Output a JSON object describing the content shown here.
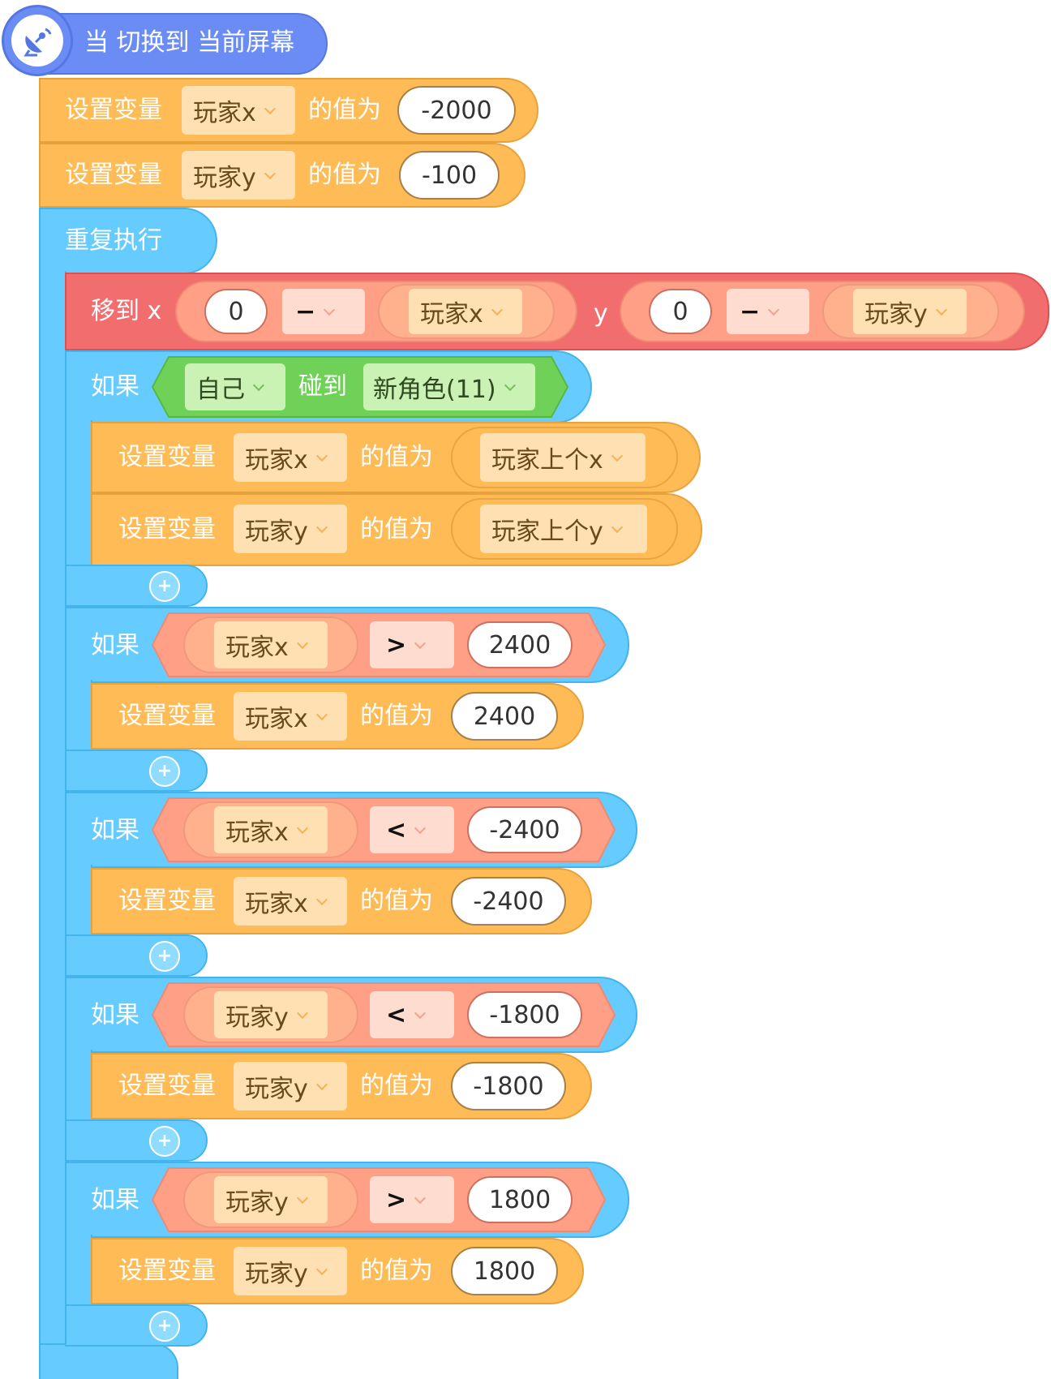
{
  "hat": {
    "label": "当 切换到 当前屏幕",
    "icon": "satellite-dish-icon"
  },
  "set_label": "设置变量",
  "value_label": "的值为",
  "init": [
    {
      "var": "玩家x",
      "value": "-2000"
    },
    {
      "var": "玩家y",
      "value": "-100"
    }
  ],
  "repeat_label": "重复执行",
  "move": {
    "label": "移到 x",
    "y_label": "y",
    "x_expr": {
      "left": "0",
      "op": "−",
      "right_var": "玩家x"
    },
    "y_expr": {
      "left": "0",
      "op": "−",
      "right_var": "玩家y"
    }
  },
  "if_label": "如果",
  "touch": {
    "sprite": "自己",
    "verb": "碰到",
    "target": "新角色(11)",
    "sets": [
      {
        "var": "玩家x",
        "value_var": "玩家上个x"
      },
      {
        "var": "玩家y",
        "value_var": "玩家上个y"
      }
    ]
  },
  "conditions": [
    {
      "var": "玩家x",
      "op": ">",
      "value": "2400",
      "set_var": "玩家x",
      "set_value": "2400"
    },
    {
      "var": "玩家x",
      "op": "<",
      "value": "-2400",
      "set_var": "玩家x",
      "set_value": "-2400"
    },
    {
      "var": "玩家y",
      "op": "<",
      "value": "-1800",
      "set_var": "玩家y",
      "set_value": "-1800"
    },
    {
      "var": "玩家y",
      "op": ">",
      "value": "1800",
      "set_var": "玩家y",
      "set_value": "1800"
    }
  ],
  "add_icon": "+",
  "colors": {
    "event": "#6b8cf5",
    "variable": "#ffbb55",
    "control": "#66ccff",
    "motion": "#f26d6d",
    "operator": "#ff9f86",
    "sensing": "#6fd157"
  }
}
